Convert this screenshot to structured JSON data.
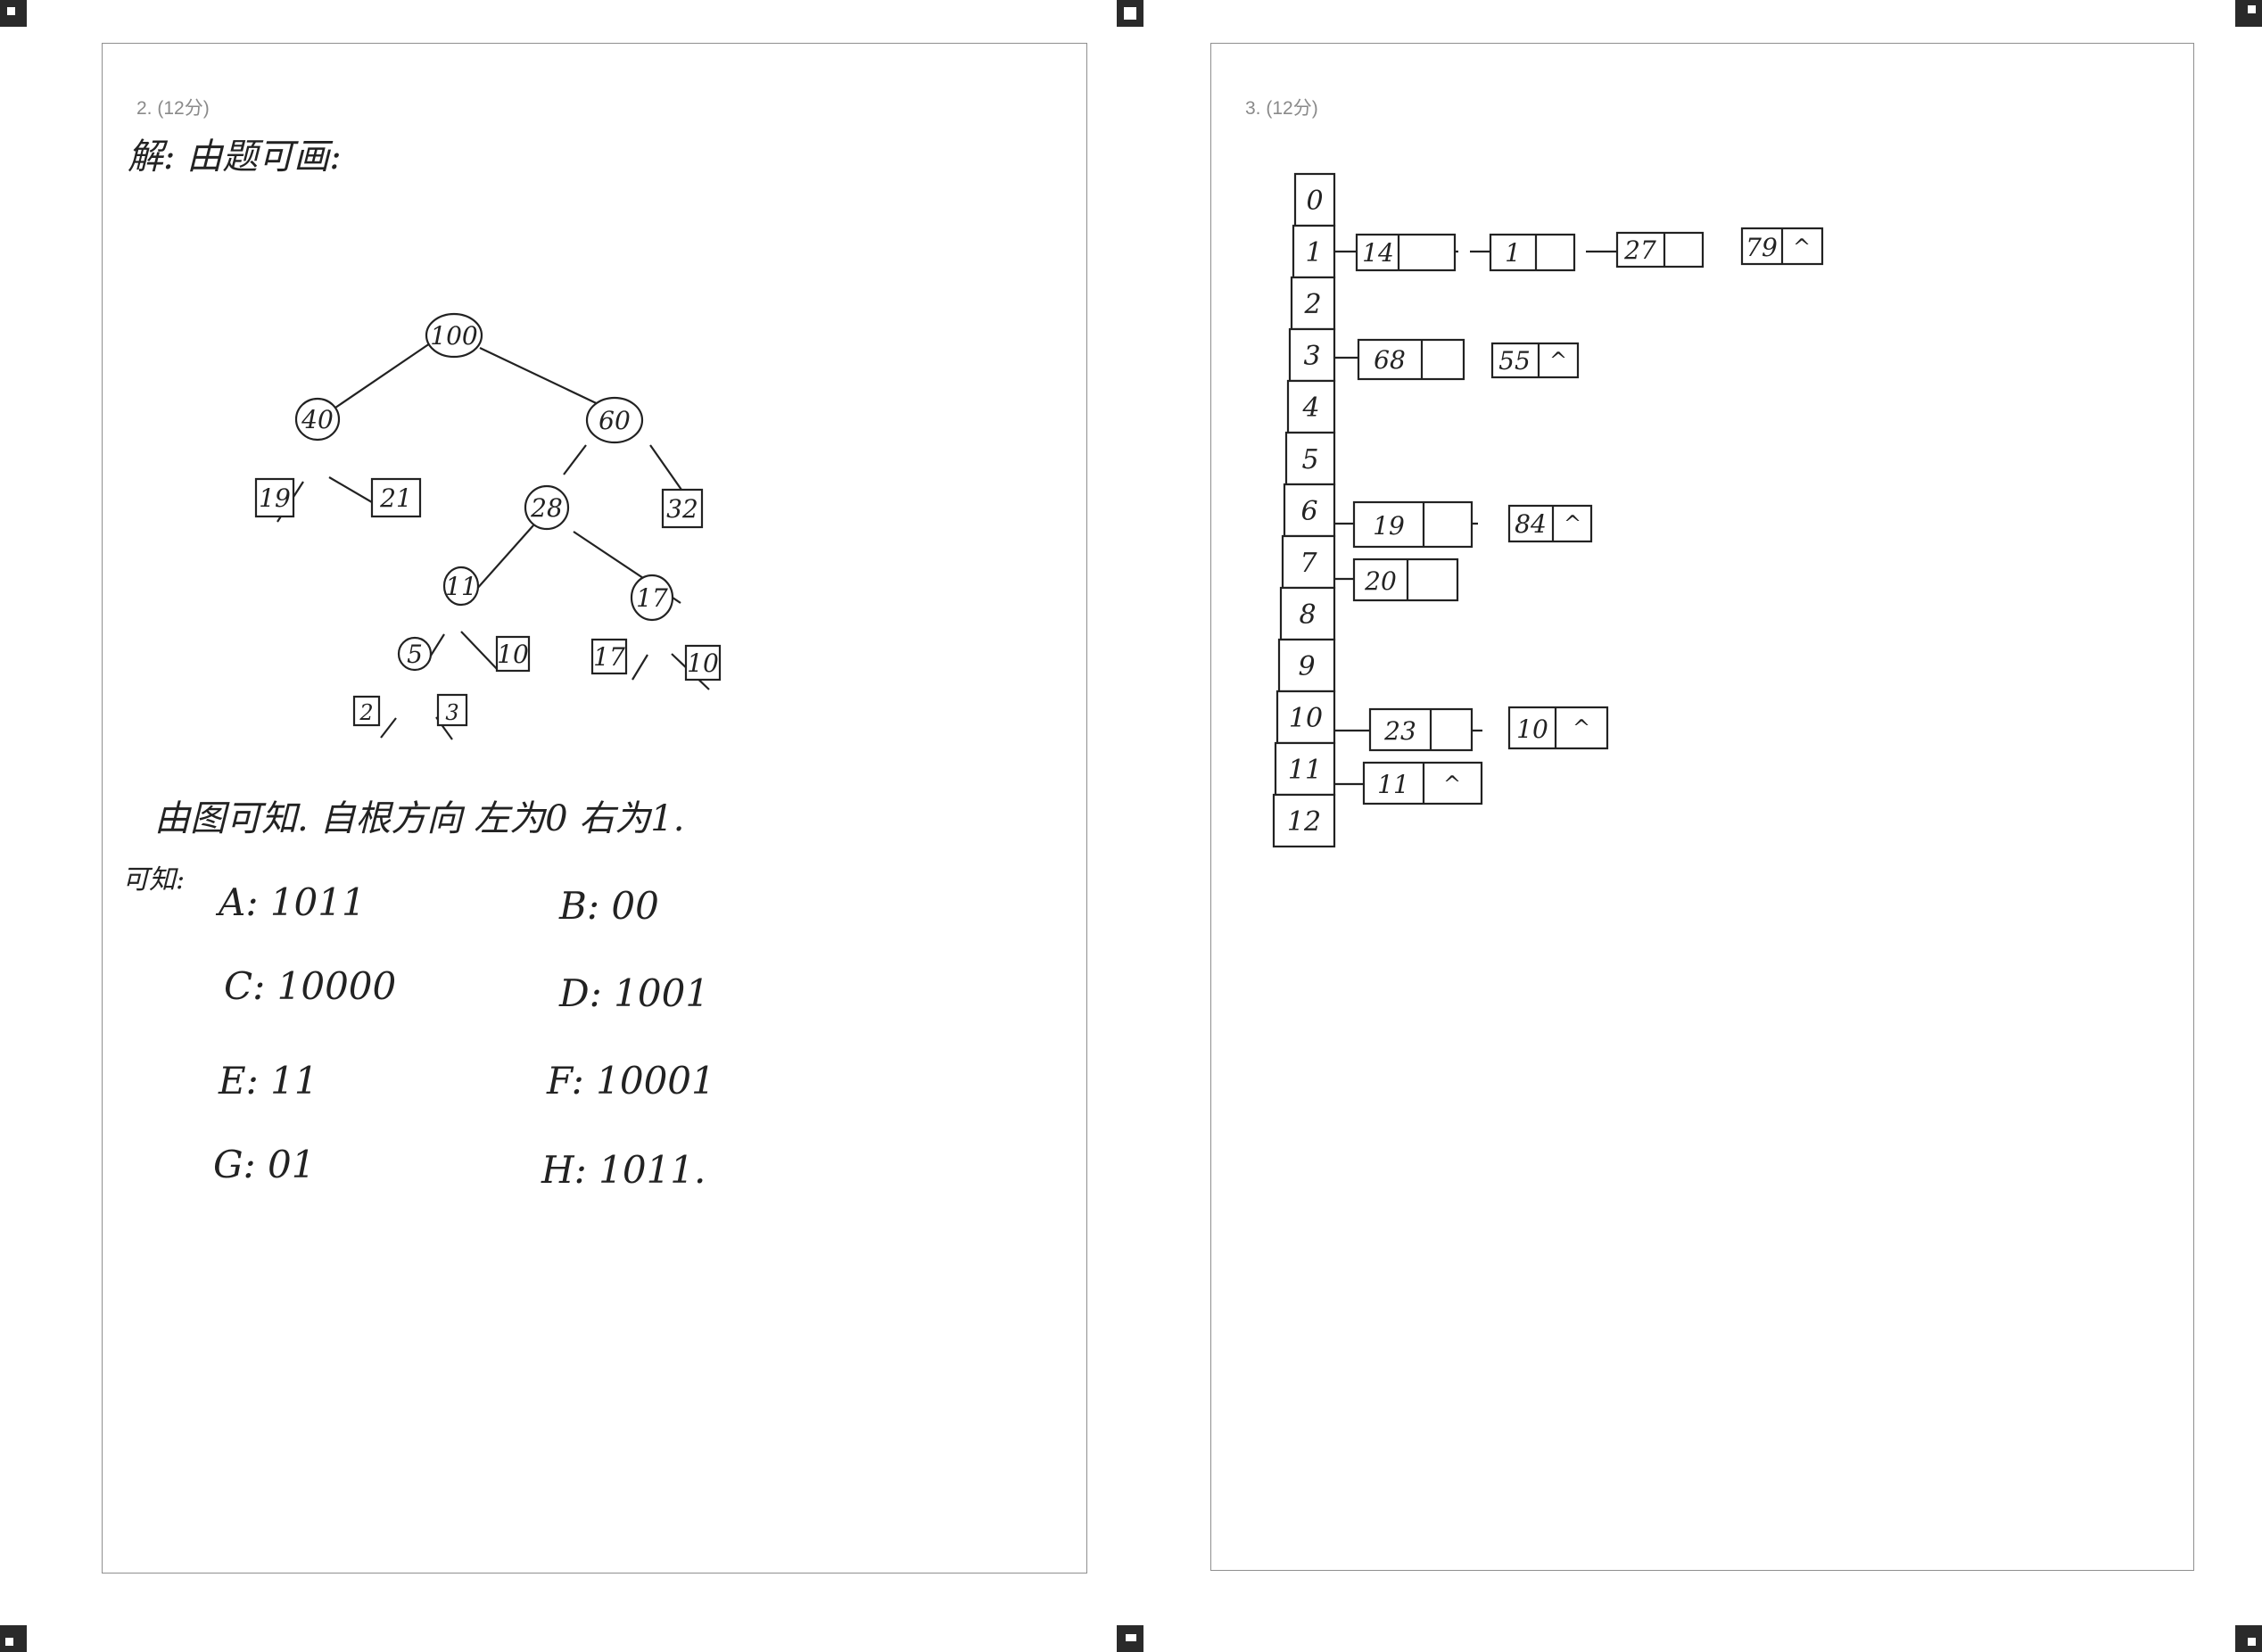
{
  "page_left": {
    "question_label": "2. (12分)",
    "intro": "解: 由题可画:",
    "tree": {
      "internal_nodes": [
        "100",
        "40",
        "60",
        "28",
        "11",
        "17",
        "5"
      ],
      "leaf_nodes": [
        "19",
        "21",
        "32",
        "10",
        "17",
        "10",
        "2",
        "3"
      ]
    },
    "rule_text": "由图可知. 自根方向 左为0 右为1.",
    "conclusion_label": "可知:",
    "codes": [
      {
        "letter": "A",
        "code": "A: 1011"
      },
      {
        "letter": "B",
        "code": "B: 00"
      },
      {
        "letter": "C",
        "code": "C: 10000"
      },
      {
        "letter": "D",
        "code": "D: 1001"
      },
      {
        "letter": "E",
        "code": "E: 11"
      },
      {
        "letter": "F",
        "code": "F: 10001"
      },
      {
        "letter": "G",
        "code": "G: 01"
      },
      {
        "letter": "H",
        "code": "H: 1011."
      }
    ]
  },
  "page_right": {
    "question_label": "3. (12分)",
    "table_indices": [
      "0",
      "1",
      "2",
      "3",
      "4",
      "5",
      "6",
      "7",
      "8",
      "9",
      "10",
      "11",
      "12"
    ],
    "chains": [
      {
        "index": "1",
        "keys": [
          "14",
          "1",
          "27",
          "79"
        ]
      },
      {
        "index": "3",
        "keys": [
          "68",
          "55"
        ]
      },
      {
        "index": "6",
        "keys": [
          "19",
          "84"
        ]
      },
      {
        "index": "7",
        "keys": [
          "20"
        ]
      },
      {
        "index": "10",
        "keys": [
          "23",
          "10"
        ]
      },
      {
        "index": "11",
        "keys": [
          "11"
        ]
      }
    ],
    "null_symbol": "^"
  }
}
